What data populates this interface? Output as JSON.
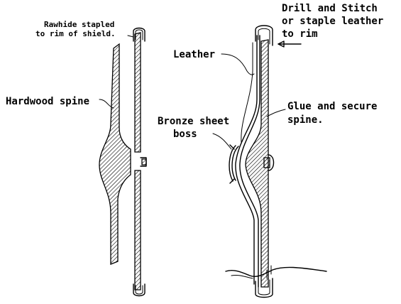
{
  "labels": {
    "rawhide": [
      "Rawhide stapled",
      "to rim of shield."
    ],
    "hardwood_spine": "Hardwood spine",
    "drill_stitch": [
      "Drill and Stitch",
      "or staple leather",
      "to rim"
    ],
    "leather": "Leather",
    "glue_secure": [
      "Glue and secure",
      "spine."
    ],
    "bronze_boss": [
      "Bronze sheet",
      "boss"
    ]
  },
  "colors": {
    "ink": "#000000",
    "paper": "#ffffff"
  }
}
